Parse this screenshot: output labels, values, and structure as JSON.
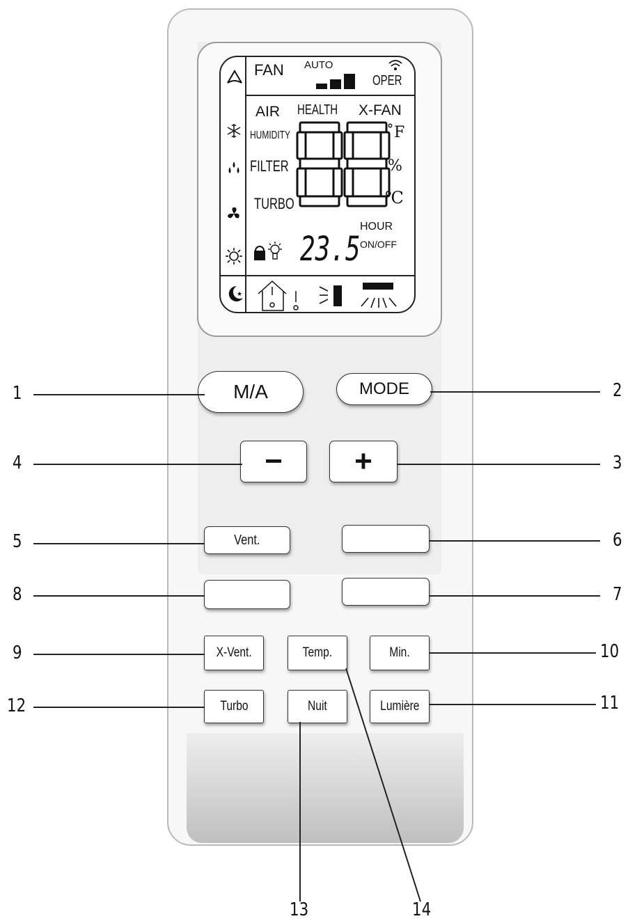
{
  "lcd": {
    "fan": "FAN",
    "auto": "AUTO",
    "oper": "OPER",
    "air": "AIR",
    "health": "HEALTH",
    "xfan": "X-FAN",
    "humidity": "HUMIDITY",
    "filter": "FILTER",
    "turbo": "TURBO",
    "fahrenheit": "˚F",
    "percent": "%",
    "celsius": "℃",
    "hour": "HOUR",
    "onoff": "ON/OFF",
    "big_digits": "88",
    "small_digits": "23.5"
  },
  "buttons": {
    "ma": "M/A",
    "mode": "MODE",
    "minus": "−",
    "plus": "+",
    "vent": "Vent.",
    "button6": "",
    "button7": "",
    "button8": "",
    "xvent": "X-Vent.",
    "temp": "Temp.",
    "min": "Min.",
    "turbo": "Turbo",
    "nuit": "Nuit",
    "lumiere": "Lumière"
  },
  "callouts": [
    "1",
    "2",
    "3",
    "4",
    "5",
    "6",
    "7",
    "8",
    "9",
    "10",
    "11",
    "12",
    "13",
    "14"
  ],
  "colors": {
    "outline": "#222222",
    "body": "#f7f7f7",
    "shadow": "#bfbfbf"
  },
  "icons": [
    "cool-triangle-icon",
    "snowflake-icon",
    "drops-icon",
    "fan-icon",
    "sun-icon",
    "sleep-moon-icon",
    "signal-bars-icon",
    "wifi-icon",
    "lock-icon",
    "light-bulb-icon",
    "home-icon",
    "swing-vertical-icon",
    "swing-horizontal-icon"
  ]
}
